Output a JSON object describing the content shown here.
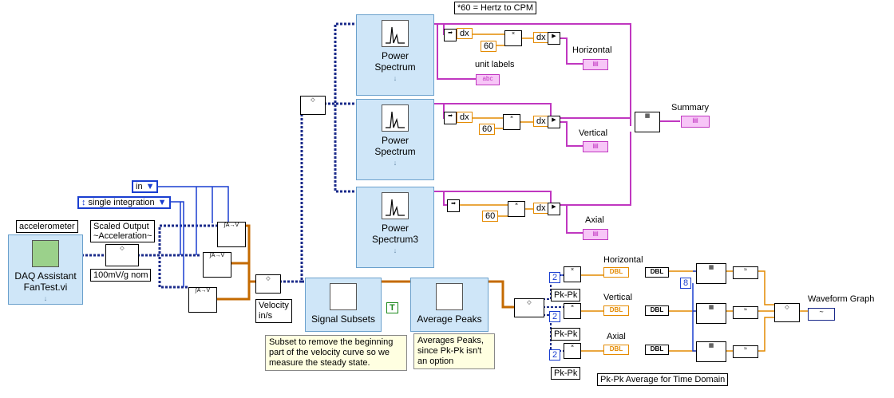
{
  "labels": {
    "hertz_to_cpm": "*60 = Hertz to CPM",
    "unit_labels": "unit labels",
    "horizontal_top": "Horizontal",
    "vertical_top": "Vertical",
    "axial_top": "Axial",
    "summary": "Summary",
    "accelerometer": "accelerometer",
    "scaled_output": "Scaled Output\n~Acceleration~",
    "sensitivity": "100mV/g nom",
    "velocity": "Velocity\nin/s",
    "horizontal_bottom": "Horizontal",
    "vertical_bottom": "Vertical",
    "axial_bottom": "Axial",
    "waveform_graph": "Waveform Graph",
    "pk_pk_1": "Pk-Pk",
    "pk_pk_2": "Pk-Pk",
    "pk_pk_3": "Pk-Pk",
    "pk_pk_average": "Pk-Pk Average for Time Domain"
  },
  "controls": {
    "units_enum": "in",
    "integration_enum": "single integration"
  },
  "constants": {
    "sixty_1": "60",
    "sixty_2": "60",
    "sixty_3": "60",
    "two_1": "2",
    "two_2": "2",
    "two_3": "2",
    "eight": "8",
    "dx": "dx",
    "dbl": "DBL",
    "bool_true": "T"
  },
  "express_vis": {
    "daq": {
      "line1": "DAQ Assistant",
      "line2": "FanTest.vi"
    },
    "ps1": {
      "line1": "Power",
      "line2": "Spectrum"
    },
    "ps2": {
      "line1": "Power",
      "line2": "Spectrum"
    },
    "ps3": {
      "line1": "Power",
      "line2": "Spectrum3"
    },
    "signal_subsets": "Signal Subsets",
    "average_peaks": "Average Peaks"
  },
  "notes": {
    "subset_note": "Subset to remove the beginning part of the velocity curve so we measure the steady state.",
    "avg_note": "Averages Peaks, since Pk-Pk isn't an option"
  },
  "icons": [
    "express-vi-icon",
    "integration-vi-icon",
    "multiply-icon",
    "build-array-icon",
    "merge-signals-icon",
    "indicator-icon"
  ],
  "colors": {
    "dynamic_wire": "#1a2a8a",
    "waveform_wire": "#c037c0",
    "numeric_wire": "#e48a00",
    "int_wire": "#1a3ed0",
    "vi_fill": "#cfe6f8"
  }
}
